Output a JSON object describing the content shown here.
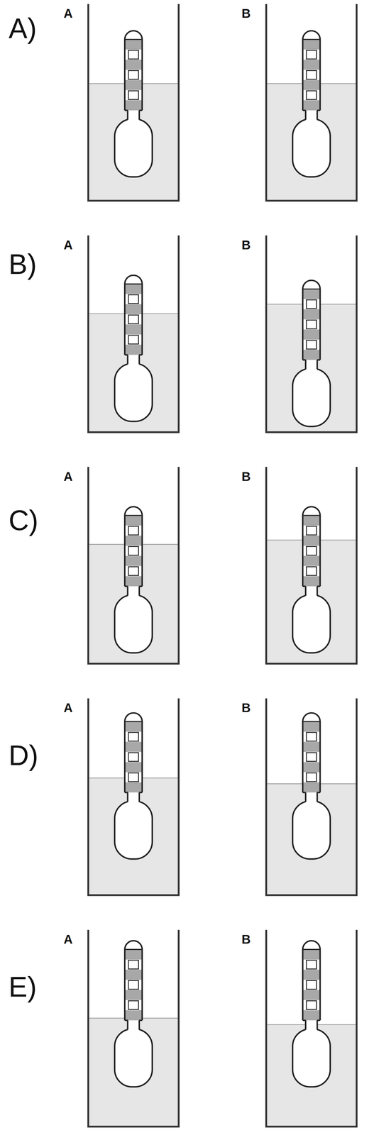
{
  "diagram": {
    "labels": [
      "A)",
      "A",
      "B",
      "B)",
      "A",
      "B",
      "C)",
      "A",
      "B",
      "D)",
      "A",
      "B",
      "E)",
      "A",
      "B"
    ]
  }
}
